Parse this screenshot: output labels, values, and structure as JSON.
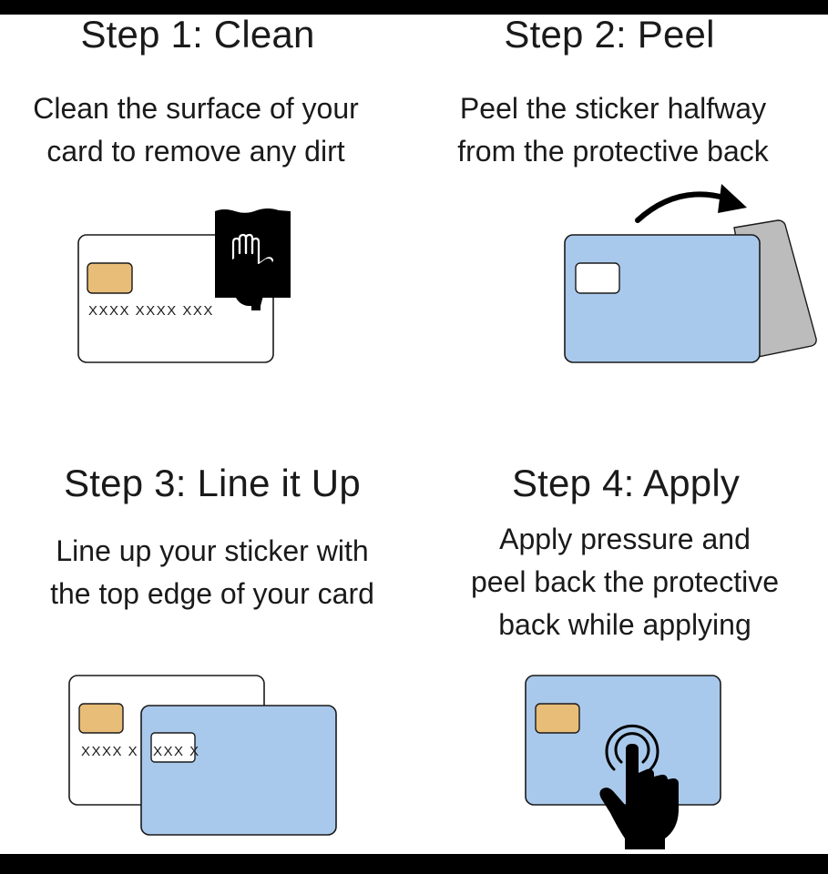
{
  "steps": [
    {
      "title": "Step 1: Clean",
      "description": [
        "Clean the surface of your",
        "card to remove any dirt"
      ],
      "card_number": "XXXX XXXX XXX",
      "icon": "hand-wiping-cloth-icon"
    },
    {
      "title": "Step 2: Peel",
      "description": [
        "Peel the sticker halfway",
        "from the protective back"
      ],
      "icon": "curved-arrow-icon"
    },
    {
      "title": "Step 3: Line it Up",
      "description": [
        "Line up your sticker with",
        "the top edge of your card"
      ],
      "card_number": "XXXX X",
      "sticker_text": "XXX X"
    },
    {
      "title": "Step 4: Apply",
      "description": [
        "Apply pressure and",
        "peel back the protective",
        "back while applying"
      ],
      "icon": "finger-tap-icon"
    }
  ],
  "colors": {
    "sticker_blue": "#a9c9ec",
    "chip_gold": "#e8bd78",
    "backing_gray": "#bdbcbc",
    "text": "#1a1a1a"
  }
}
